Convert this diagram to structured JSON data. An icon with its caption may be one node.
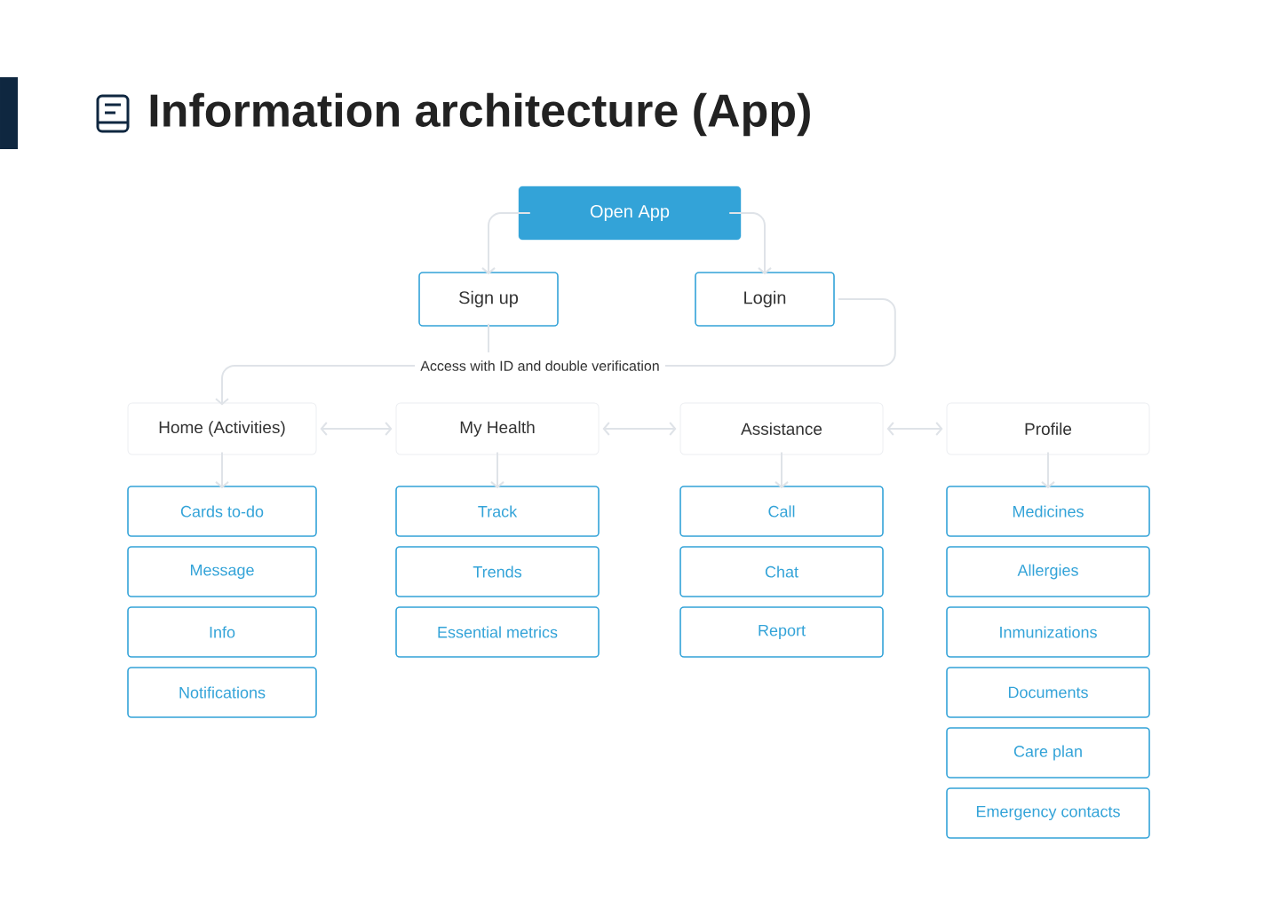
{
  "diagram": {
    "title": "Information architecture (App)",
    "nodes": [
      {
        "text": [
          "Open App"
        ]
      },
      {
        "text": [
          "Sign up"
        ]
      },
      {
        "text": [
          "Login"
        ]
      },
      {
        "text": [
          "Access with ID and double verification"
        ]
      },
      {
        "text": [
          "Home (Activities)"
        ]
      },
      {
        "text": [
          "My Health"
        ]
      },
      {
        "text": [
          "Assistance"
        ]
      },
      {
        "text": [
          "Profile"
        ]
      },
      {
        "text": [
          "Cards to-do"
        ]
      },
      {
        "text": [
          "Message"
        ]
      },
      {
        "text": [
          "Info"
        ]
      },
      {
        "text": [
          "Notifications"
        ]
      },
      {
        "text": [
          "Track"
        ]
      },
      {
        "text": [
          "Trends"
        ]
      },
      {
        "text": [
          "Essential metrics"
        ]
      },
      {
        "text": [
          "Call"
        ]
      },
      {
        "text": [
          "Chat"
        ]
      },
      {
        "text": [
          "Report"
        ]
      },
      {
        "text": [
          "Medicines"
        ]
      },
      {
        "text": [
          "Allergies"
        ]
      },
      {
        "text": [
          "Inmunizations"
        ]
      },
      {
        "text": [
          "Documents"
        ]
      },
      {
        "text": [
          "Care plan"
        ]
      },
      {
        "text": [
          "Emergency contacts"
        ]
      }
    ],
    "edges": [
      {
        "from": 0,
        "to": 1,
        "arrow": "to"
      },
      {
        "from": 0,
        "to": 2,
        "arrow": "to"
      },
      {
        "from": 1,
        "to": 3,
        "arrow": "none"
      },
      {
        "from": 2,
        "to": 3,
        "arrow": "none"
      },
      {
        "from": 3,
        "to": 4,
        "arrow": "to"
      },
      {
        "from": 4,
        "to": 5,
        "arrow": "both"
      },
      {
        "from": 5,
        "to": 6,
        "arrow": "both"
      },
      {
        "from": 6,
        "to": 7,
        "arrow": "both"
      },
      {
        "from": 4,
        "to": 8,
        "arrow": "to"
      },
      {
        "from": 5,
        "to": 12,
        "arrow": "to"
      },
      {
        "from": 6,
        "to": 15,
        "arrow": "to"
      },
      {
        "from": 7,
        "to": 18,
        "arrow": "to"
      }
    ]
  }
}
